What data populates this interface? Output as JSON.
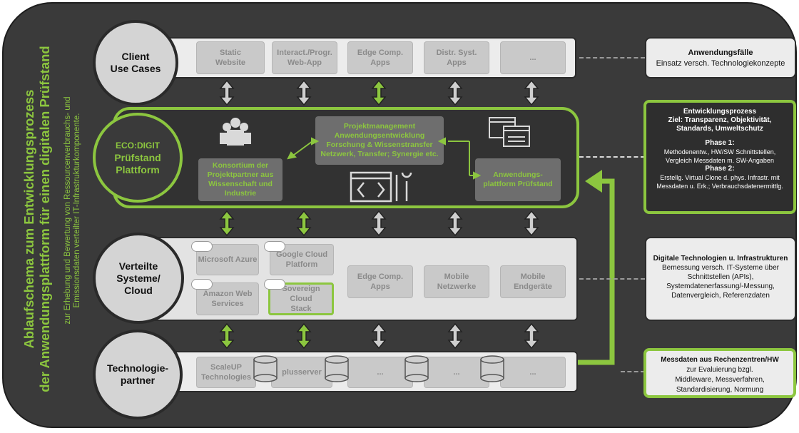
{
  "title": {
    "line1": "Ablaufschema zum Entwicklungsprozess",
    "line2": "der Anwendungsplattform für einen digitalen Prüfstand"
  },
  "subtitle": {
    "line1": "zur Erhebung und Bewertung von Ressourcenverbrauchs- und",
    "line2": "Emissionsdaten verteilter IT-Infrastrukturkomponente."
  },
  "rows": {
    "client": {
      "label_l1": "Client",
      "label_l2": "Use Cases",
      "items": [
        {
          "l1": "Static",
          "l2": "Website"
        },
        {
          "l1": "Interact./Progr.",
          "l2": "Web-App"
        },
        {
          "l1": "Edge Comp.",
          "l2": "Apps"
        },
        {
          "l1": "Distr. Syst.",
          "l2": "Apps"
        },
        {
          "l1": "...",
          "l2": ""
        }
      ]
    },
    "platform": {
      "label_l1": "ECO:DIGIT",
      "label_l2": "Prüfstand",
      "label_l3": "Plattform",
      "konsortium": {
        "l1": "Konsortium der",
        "l2": "Projektpartner aus",
        "l3": "Wissenschaft und",
        "l4": "Industrie"
      },
      "projekt": {
        "l1": "Projektmanagement",
        "l2": "Anwendungsentwicklung",
        "l3": "Forschung & Wissenstransfer",
        "l4": "Netzwerk, Transfer; Synergie etc."
      },
      "anwendung": {
        "l1": "Anwendungs-",
        "l2": "plattform Prüfstand"
      }
    },
    "cloud": {
      "label_l1": "Verteilte",
      "label_l2": "Systeme/",
      "label_l3": "Cloud",
      "items": [
        {
          "l1": "Microsoft Azure",
          "l2": ""
        },
        {
          "l1": "Google Cloud",
          "l2": "Platform"
        },
        {
          "l1": "Amazon Web",
          "l2": "Services"
        },
        {
          "l1": "Sovereign Cloud",
          "l2": "Stack"
        },
        {
          "l1": "Edge Comp.",
          "l2": "Apps"
        },
        {
          "l1": "Mobile",
          "l2": "Netzwerke"
        },
        {
          "l1": "Mobile",
          "l2": "Endgeräte"
        }
      ]
    },
    "tech": {
      "label_l1": "Technologie-",
      "label_l2": "partner",
      "items": [
        {
          "l1": "ScaleUP",
          "l2": "Technologies"
        },
        {
          "l1": "plusserver",
          "l2": ""
        },
        {
          "l1": "...",
          "l2": ""
        },
        {
          "l1": "...",
          "l2": ""
        },
        {
          "l1": "...",
          "l2": ""
        }
      ]
    }
  },
  "right": {
    "anwendungsfaelle": {
      "title": "Anwendungsfälle",
      "text": "Einsatz versch. Technologiekonzepte"
    },
    "entwicklung": {
      "title": "Entwicklungsprozess",
      "ziel_l1": "Ziel: Transparenz, Objektivität,",
      "ziel_l2": "Standards, Umweltschutz",
      "phase1": "Phase 1:",
      "p1_l1": "Methodenentw., HW/SW Schnittstellen,",
      "p1_l2": "Vergleich Messdaten m. SW-Angaben",
      "phase2": "Phase 2:",
      "p2_l1": "Erstellg. Virtual Clone d. phys. Infrastr. mit",
      "p2_l2": "Messdaten u. Erk.; Verbrauchsdatenermittlg."
    },
    "digital": {
      "title": "Digitale Technologien u. Infrastrukturen",
      "l1": "Bemessung versch.  IT-Systeme über",
      "l2": "Schnittstellen (APIs),",
      "l3": "Systemdatenerfassung/-Messung,",
      "l4": "Datenvergleich, Referenzdaten"
    },
    "messdaten": {
      "title": "Messdaten aus Rechenzentren/HW",
      "l1": "zur Evaluierung bzgl.",
      "l2": "Middleware, Messverfahren,",
      "l3": "Standardisierung, Normung"
    }
  },
  "colors": {
    "accent": "#8cc63f",
    "background": "#3a3a3a",
    "band": "#ececec",
    "box": "#c9c9c9"
  },
  "icons": [
    "team-icon",
    "code-tools-icon",
    "window-transfer-icon",
    "cloud-icon",
    "database-icon",
    "double-arrow-icon"
  ]
}
